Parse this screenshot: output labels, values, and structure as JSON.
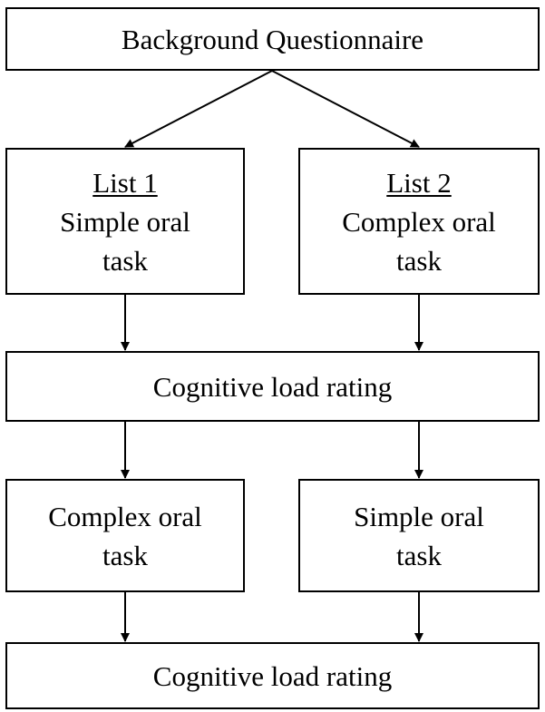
{
  "diagram": {
    "top": {
      "label": "Background Questionnaire"
    },
    "list1": {
      "heading": "List 1",
      "line1": "Simple oral",
      "line2": "task"
    },
    "list2": {
      "heading": "List 2",
      "line1": "Complex oral",
      "line2": "task"
    },
    "load_rating_1": {
      "label": "Cognitive load rating"
    },
    "second_left": {
      "line1": "Complex oral",
      "line2": "task"
    },
    "second_right": {
      "line1": "Simple oral",
      "line2": "task"
    },
    "load_rating_2": {
      "label": "Cognitive load rating"
    }
  }
}
